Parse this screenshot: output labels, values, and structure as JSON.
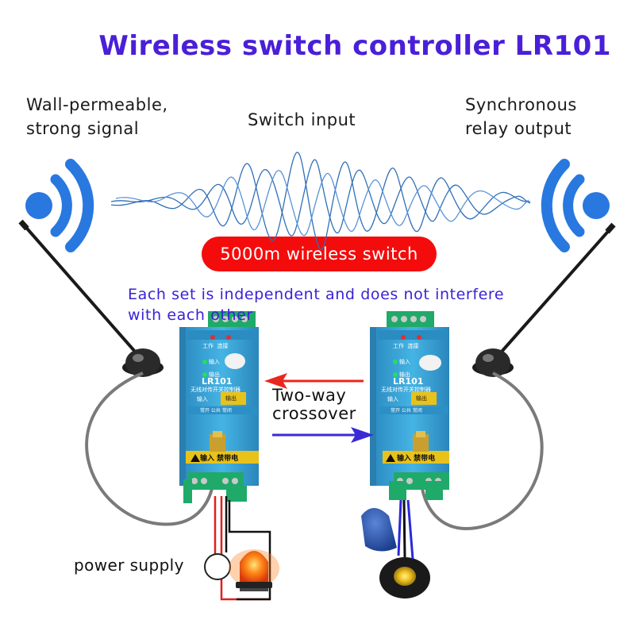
{
  "title": "Wireless switch controller LR101",
  "labels": {
    "left_feature_line1": "Wall-permeable,",
    "left_feature_line2": "strong signal",
    "center_feature": "Switch input",
    "right_feature_line1": "Synchronous",
    "right_feature_line2": "relay output"
  },
  "range_badge": "5000m wireless switch",
  "independence_note_line1": "Each set is independent and does not interfere",
  "independence_note_line2": "with each other",
  "crossover_line1": "Two-way",
  "crossover_line2": "crossover",
  "power_label": "power supply",
  "device": {
    "model": "LR101",
    "subtitle": "无线对传开关控制器",
    "work_indicator": "工作",
    "link_indicator": "连接",
    "input_indicator": "输入",
    "output_indicator": "输出",
    "input_terminal": "输入",
    "output_terminal": "输出",
    "terminal_row": "常开 公共 常闭",
    "warning_strip": "输入 禁带电"
  },
  "colors": {
    "title": "#4a1fd8",
    "signal_icon": "#2878e0",
    "badge": "#f40c0c",
    "device_body": "#3aa7d8",
    "terminal": "#1faa6a",
    "arrow_red": "#e8281e",
    "arrow_blue": "#3a2ad6"
  },
  "icons": [
    "wireless-signal-icon",
    "signal-wave-icon",
    "antenna-icon",
    "float-switch-icon",
    "alarm-lamp-icon"
  ]
}
